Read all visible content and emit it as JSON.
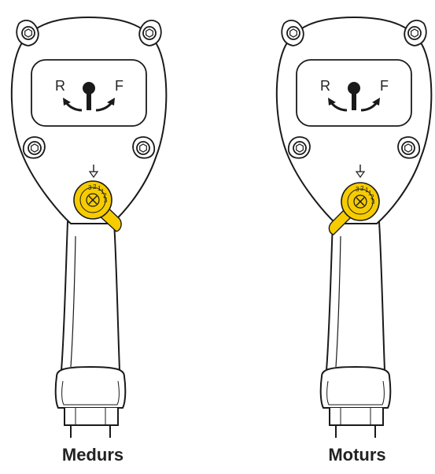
{
  "tools": [
    {
      "caption": "Medurs",
      "selector": {
        "left": "R",
        "right": "F"
      },
      "dial_marks": [
        "3",
        "2",
        "1",
        "1",
        "2",
        "3"
      ],
      "lever_direction": "right"
    },
    {
      "caption": "Moturs",
      "selector": {
        "left": "R",
        "right": "F"
      },
      "dial_marks": [
        "3",
        "2",
        "1",
        "1",
        "2",
        "3"
      ],
      "lever_direction": "left"
    }
  ],
  "colors": {
    "lever": "#f6cc00",
    "lever_dark": "#c9a400",
    "outline": "#1a1a1a",
    "body": "#ffffff"
  }
}
